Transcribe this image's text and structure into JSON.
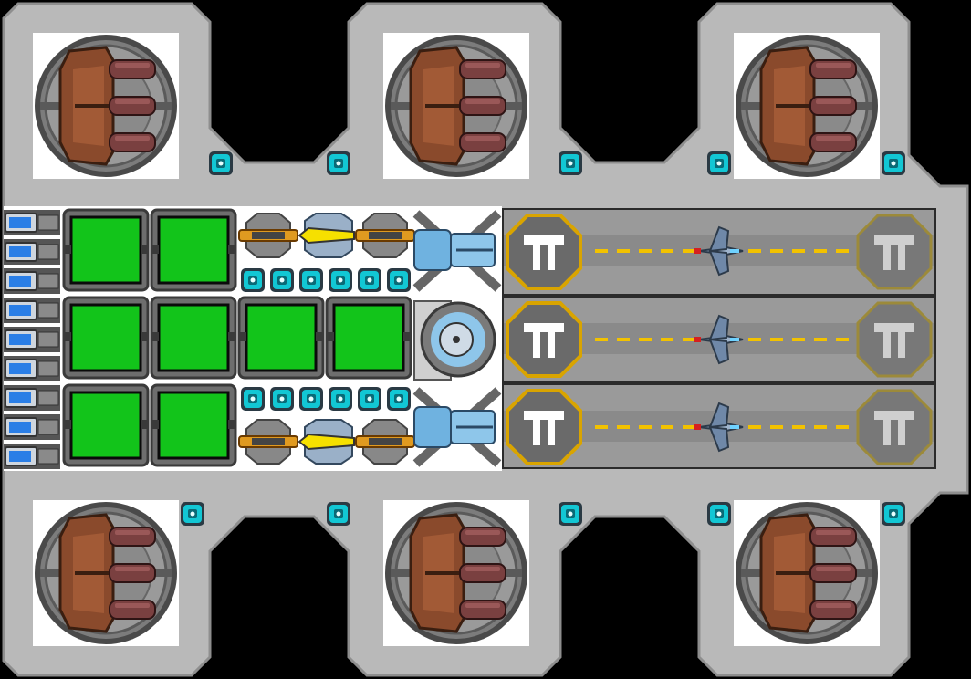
{
  "ship": {
    "hull_color": "#b9b9b9",
    "hull_edge": "#9a9a9a",
    "deck_color": "#ffffff",
    "accent_cyan": "#12c7d4",
    "power_green": "#12c41a",
    "turret_brown": "#8a4a2c",
    "barrel_color": "#7a4040",
    "pad_gold": "#d9a400",
    "pad_dim": "#9c8a3a",
    "lane_dash": "#f2c200",
    "thruster_blue": "#2a7ee6"
  },
  "turrets": {
    "count": 6,
    "barrels_per_turret": 3,
    "icon": "triple-cannon-turret-icon"
  },
  "power_cells": {
    "count": 8,
    "icon": "power-cell-icon"
  },
  "hangar": {
    "bays": 3,
    "pad_icon": "landing-pad-icon",
    "fighter_icon": "fighter-craft-icon"
  },
  "engines": {
    "count": 9,
    "icon": "thruster-icon"
  },
  "conduit_nodes": {
    "icon": "conduit-node-icon"
  }
}
